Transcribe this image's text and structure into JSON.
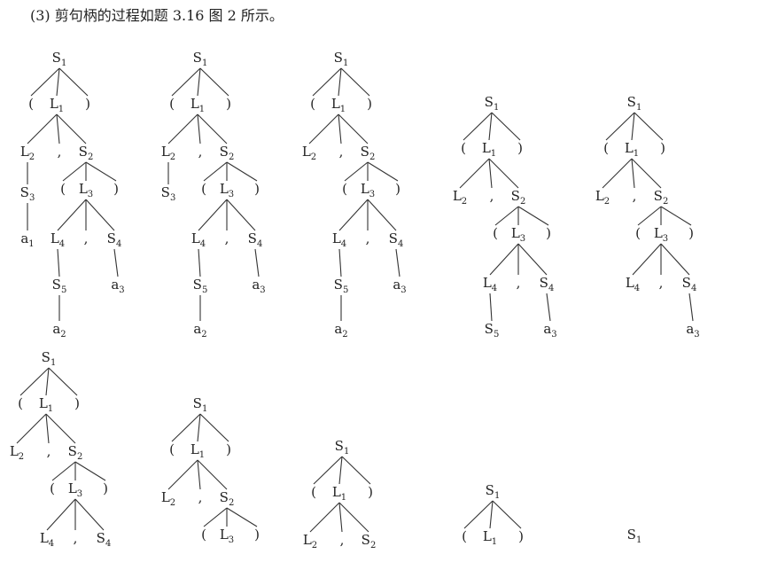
{
  "heading": "(3) 剪句柄的过程如题 3.16 图 2 所示。",
  "trees": [
    {
      "id": "tree-1",
      "nodes": [
        {
          "id": "n1",
          "label": "S",
          "sub": "1"
        },
        {
          "id": "n2",
          "label": "(",
          "parent": "n1"
        },
        {
          "id": "n3",
          "label": "L",
          "sub": "1",
          "parent": "n1"
        },
        {
          "id": "n4",
          "label": ")",
          "parent": "n1"
        },
        {
          "id": "n5",
          "label": "L",
          "sub": "2",
          "parent": "n3"
        },
        {
          "id": "n6",
          "label": ",",
          "parent": "n3"
        },
        {
          "id": "n7",
          "label": "S",
          "sub": "2",
          "parent": "n3"
        },
        {
          "id": "n8",
          "label": "S",
          "sub": "3",
          "parent": "n5"
        },
        {
          "id": "n9",
          "label": "a",
          "sub": "1",
          "parent": "n8"
        },
        {
          "id": "n10",
          "label": "(",
          "parent": "n7"
        },
        {
          "id": "n11",
          "label": "L",
          "sub": "3",
          "parent": "n7"
        },
        {
          "id": "n12",
          "label": ")",
          "parent": "n7"
        },
        {
          "id": "n13",
          "label": "L",
          "sub": "4",
          "parent": "n11"
        },
        {
          "id": "n14",
          "label": ",",
          "parent": "n11"
        },
        {
          "id": "n15",
          "label": "S",
          "sub": "4",
          "parent": "n11"
        },
        {
          "id": "n16",
          "label": "S",
          "sub": "5",
          "parent": "n13"
        },
        {
          "id": "n17",
          "label": "a",
          "sub": "3",
          "parent": "n15"
        },
        {
          "id": "n18",
          "label": "a",
          "sub": "2",
          "parent": "n16"
        }
      ]
    },
    {
      "id": "tree-2",
      "nodes": [
        {
          "id": "n1",
          "label": "S",
          "sub": "1"
        },
        {
          "id": "n2",
          "label": "(",
          "parent": "n1"
        },
        {
          "id": "n3",
          "label": "L",
          "sub": "1",
          "parent": "n1"
        },
        {
          "id": "n4",
          "label": ")",
          "parent": "n1"
        },
        {
          "id": "n5",
          "label": "L",
          "sub": "2",
          "parent": "n3"
        },
        {
          "id": "n6",
          "label": ",",
          "parent": "n3"
        },
        {
          "id": "n7",
          "label": "S",
          "sub": "2",
          "parent": "n3"
        },
        {
          "id": "n8",
          "label": "S",
          "sub": "3",
          "parent": "n5"
        },
        {
          "id": "n10",
          "label": "(",
          "parent": "n7"
        },
        {
          "id": "n11",
          "label": "L",
          "sub": "3",
          "parent": "n7"
        },
        {
          "id": "n12",
          "label": ")",
          "parent": "n7"
        },
        {
          "id": "n13",
          "label": "L",
          "sub": "4",
          "parent": "n11"
        },
        {
          "id": "n14",
          "label": ",",
          "parent": "n11"
        },
        {
          "id": "n15",
          "label": "S",
          "sub": "4",
          "parent": "n11"
        },
        {
          "id": "n16",
          "label": "S",
          "sub": "5",
          "parent": "n13"
        },
        {
          "id": "n17",
          "label": "a",
          "sub": "3",
          "parent": "n15"
        },
        {
          "id": "n18",
          "label": "a",
          "sub": "2",
          "parent": "n16"
        }
      ]
    },
    {
      "id": "tree-3",
      "nodes": [
        {
          "id": "n1",
          "label": "S",
          "sub": "1"
        },
        {
          "id": "n2",
          "label": "(",
          "parent": "n1"
        },
        {
          "id": "n3",
          "label": "L",
          "sub": "1",
          "parent": "n1"
        },
        {
          "id": "n4",
          "label": ")",
          "parent": "n1"
        },
        {
          "id": "n5",
          "label": "L",
          "sub": "2",
          "parent": "n3"
        },
        {
          "id": "n6",
          "label": ",",
          "parent": "n3"
        },
        {
          "id": "n7",
          "label": "S",
          "sub": "2",
          "parent": "n3"
        },
        {
          "id": "n10",
          "label": "(",
          "parent": "n7"
        },
        {
          "id": "n11",
          "label": "L",
          "sub": "3",
          "parent": "n7"
        },
        {
          "id": "n12",
          "label": ")",
          "parent": "n7"
        },
        {
          "id": "n13",
          "label": "L",
          "sub": "4",
          "parent": "n11"
        },
        {
          "id": "n14",
          "label": ",",
          "parent": "n11"
        },
        {
          "id": "n15",
          "label": "S",
          "sub": "4",
          "parent": "n11"
        },
        {
          "id": "n16",
          "label": "S",
          "sub": "5",
          "parent": "n13"
        },
        {
          "id": "n17",
          "label": "a",
          "sub": "3",
          "parent": "n15"
        },
        {
          "id": "n18",
          "label": "a",
          "sub": "2",
          "parent": "n16"
        }
      ]
    },
    {
      "id": "tree-4",
      "nodes": [
        {
          "id": "n1",
          "label": "S",
          "sub": "1"
        },
        {
          "id": "n2",
          "label": "(",
          "parent": "n1"
        },
        {
          "id": "n3",
          "label": "L",
          "sub": "1",
          "parent": "n1"
        },
        {
          "id": "n4",
          "label": ")",
          "parent": "n1"
        },
        {
          "id": "n5",
          "label": "L",
          "sub": "2",
          "parent": "n3"
        },
        {
          "id": "n6",
          "label": ",",
          "parent": "n3"
        },
        {
          "id": "n7",
          "label": "S",
          "sub": "2",
          "parent": "n3"
        },
        {
          "id": "n10",
          "label": "(",
          "parent": "n7"
        },
        {
          "id": "n11",
          "label": "L",
          "sub": "3",
          "parent": "n7"
        },
        {
          "id": "n12",
          "label": ")",
          "parent": "n7"
        },
        {
          "id": "n13",
          "label": "L",
          "sub": "4",
          "parent": "n11"
        },
        {
          "id": "n14",
          "label": ",",
          "parent": "n11"
        },
        {
          "id": "n15",
          "label": "S",
          "sub": "4",
          "parent": "n11"
        },
        {
          "id": "n16",
          "label": "S",
          "sub": "5",
          "parent": "n13"
        },
        {
          "id": "n17",
          "label": "a",
          "sub": "3",
          "parent": "n15"
        }
      ]
    },
    {
      "id": "tree-5",
      "nodes": [
        {
          "id": "n1",
          "label": "S",
          "sub": "1"
        },
        {
          "id": "n2",
          "label": "(",
          "parent": "n1"
        },
        {
          "id": "n3",
          "label": "L",
          "sub": "1",
          "parent": "n1"
        },
        {
          "id": "n4",
          "label": ")",
          "parent": "n1"
        },
        {
          "id": "n5",
          "label": "L",
          "sub": "2",
          "parent": "n3"
        },
        {
          "id": "n6",
          "label": ",",
          "parent": "n3"
        },
        {
          "id": "n7",
          "label": "S",
          "sub": "2",
          "parent": "n3"
        },
        {
          "id": "n10",
          "label": "(",
          "parent": "n7"
        },
        {
          "id": "n11",
          "label": "L",
          "sub": "3",
          "parent": "n7"
        },
        {
          "id": "n12",
          "label": ")",
          "parent": "n7"
        },
        {
          "id": "n13",
          "label": "L",
          "sub": "4",
          "parent": "n11"
        },
        {
          "id": "n14",
          "label": ",",
          "parent": "n11"
        },
        {
          "id": "n15",
          "label": "S",
          "sub": "4",
          "parent": "n11"
        },
        {
          "id": "n17",
          "label": "a",
          "sub": "3",
          "parent": "n15"
        }
      ]
    },
    {
      "id": "tree-6",
      "nodes": [
        {
          "id": "n1",
          "label": "S",
          "sub": "1"
        },
        {
          "id": "n2",
          "label": "(",
          "parent": "n1"
        },
        {
          "id": "n3",
          "label": "L",
          "sub": "1",
          "parent": "n1"
        },
        {
          "id": "n4",
          "label": ")",
          "parent": "n1"
        },
        {
          "id": "n5",
          "label": "L",
          "sub": "2",
          "parent": "n3"
        },
        {
          "id": "n6",
          "label": ",",
          "parent": "n3"
        },
        {
          "id": "n7",
          "label": "S",
          "sub": "2",
          "parent": "n3"
        },
        {
          "id": "n10",
          "label": "(",
          "parent": "n7"
        },
        {
          "id": "n11",
          "label": "L",
          "sub": "3",
          "parent": "n7"
        },
        {
          "id": "n12",
          "label": ")",
          "parent": "n7"
        },
        {
          "id": "n13",
          "label": "L",
          "sub": "4",
          "parent": "n11"
        },
        {
          "id": "n14",
          "label": ",",
          "parent": "n11"
        },
        {
          "id": "n15",
          "label": "S",
          "sub": "4",
          "parent": "n11"
        }
      ]
    },
    {
      "id": "tree-7",
      "nodes": [
        {
          "id": "n1",
          "label": "S",
          "sub": "1"
        },
        {
          "id": "n2",
          "label": "(",
          "parent": "n1"
        },
        {
          "id": "n3",
          "label": "L",
          "sub": "1",
          "parent": "n1"
        },
        {
          "id": "n4",
          "label": ")",
          "parent": "n1"
        },
        {
          "id": "n5",
          "label": "L",
          "sub": "2",
          "parent": "n3"
        },
        {
          "id": "n6",
          "label": ",",
          "parent": "n3"
        },
        {
          "id": "n7",
          "label": "S",
          "sub": "2",
          "parent": "n3"
        },
        {
          "id": "n10",
          "label": "(",
          "parent": "n7"
        },
        {
          "id": "n11",
          "label": "L",
          "sub": "3",
          "parent": "n7"
        },
        {
          "id": "n12",
          "label": ")",
          "parent": "n7"
        }
      ]
    },
    {
      "id": "tree-8",
      "nodes": [
        {
          "id": "n1",
          "label": "S",
          "sub": "1"
        },
        {
          "id": "n2",
          "label": "(",
          "parent": "n1"
        },
        {
          "id": "n3",
          "label": "L",
          "sub": "1",
          "parent": "n1"
        },
        {
          "id": "n4",
          "label": ")",
          "parent": "n1"
        },
        {
          "id": "n5",
          "label": "L",
          "sub": "2",
          "parent": "n3"
        },
        {
          "id": "n6",
          "label": ",",
          "parent": "n3"
        },
        {
          "id": "n7",
          "label": "S",
          "sub": "2",
          "parent": "n3"
        }
      ]
    },
    {
      "id": "tree-9",
      "nodes": [
        {
          "id": "n1",
          "label": "S",
          "sub": "1"
        },
        {
          "id": "n2",
          "label": "(",
          "parent": "n1"
        },
        {
          "id": "n3",
          "label": "L",
          "sub": "1",
          "parent": "n1"
        },
        {
          "id": "n4",
          "label": ")",
          "parent": "n1"
        }
      ]
    },
    {
      "id": "tree-10",
      "nodes": [
        {
          "id": "n1",
          "label": "S",
          "sub": "1"
        }
      ]
    }
  ]
}
